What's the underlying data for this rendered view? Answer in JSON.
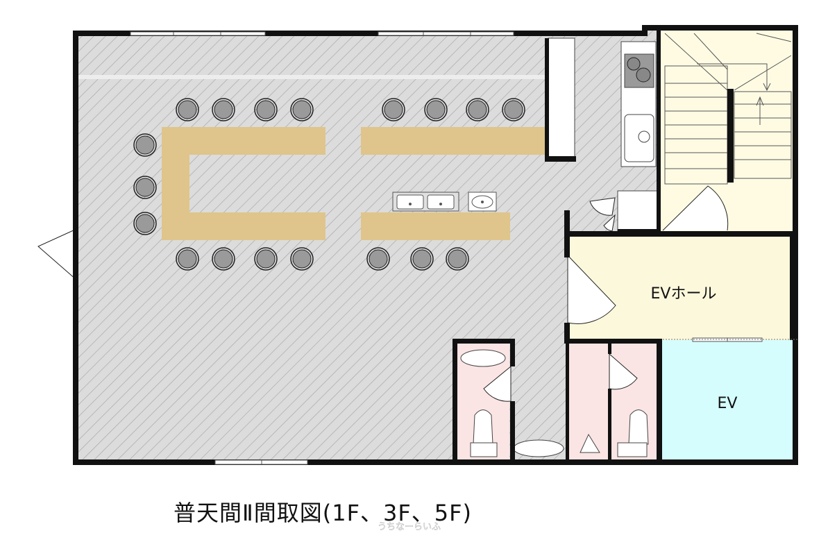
{
  "title": "普天間Ⅱ間取図(1F、3F、5F)",
  "watermark": "うちなーらいふ",
  "rooms": {
    "ev_hall": "EVホール",
    "ev": "EV"
  },
  "colors": {
    "wall": "#111111",
    "floor_hatch_bg": "#dcdcdc",
    "floor_hatch_line": "#a9a9a9",
    "table": "#dfc58b",
    "chair": "#9a9a9a",
    "stair_room": "#fffbe3",
    "ev_hall": "#fcf8dc",
    "ev": "#d5fdfd",
    "toilet": "#fbe4e4",
    "window": "#ffffff"
  }
}
